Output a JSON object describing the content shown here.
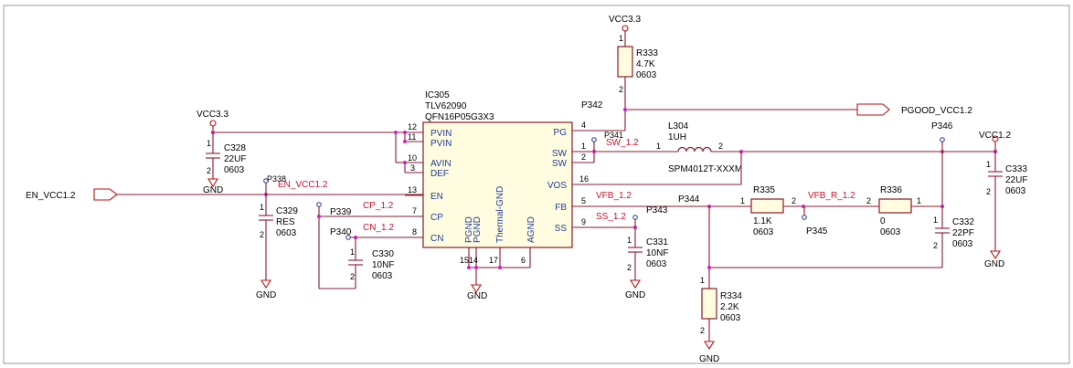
{
  "ic": {
    "ref": "IC305",
    "part": "TLV62090",
    "package": "QFN16P05G3X3",
    "pins_left": [
      {
        "num": "12",
        "name": "PVIN"
      },
      {
        "num": "11",
        "name": "PVIN"
      },
      {
        "num": "10",
        "name": "AVIN"
      },
      {
        "num": "3",
        "name": "DEF"
      },
      {
        "num": "13",
        "name": "EN"
      },
      {
        "num": "7",
        "name": "CP"
      },
      {
        "num": "8",
        "name": "CN"
      }
    ],
    "pins_right": [
      {
        "num": "4",
        "name": "PG"
      },
      {
        "num": "1",
        "name": "SW"
      },
      {
        "num": "2",
        "name": "SW"
      },
      {
        "num": "16",
        "name": "VOS"
      },
      {
        "num": "5",
        "name": "FB"
      },
      {
        "num": "9",
        "name": "SS"
      }
    ],
    "pins_bottom": [
      {
        "num": "15",
        "name": "PGND"
      },
      {
        "num": "14",
        "name": "PGND"
      },
      {
        "num": "17",
        "name": "Thermal-GND"
      },
      {
        "num": "6",
        "name": "AGND"
      }
    ]
  },
  "power_labels": {
    "vcc33_top": "VCC3.3",
    "vcc33_left": "VCC3.3",
    "vcc12_right": "VCC1.2"
  },
  "ports": {
    "en_input": "EN_VCC1.2",
    "pgood_output": "PGOOD_VCC1.2"
  },
  "nets": {
    "en": "EN_VCC1.2",
    "cp": "CP_1.2",
    "cn": "CN_1.2",
    "sw": "SW_1.2",
    "vfb": "VFB_1.2",
    "ss": "SS_1.2",
    "vfb_r": "VFB_R_1.2"
  },
  "test_points": {
    "p338": "P338",
    "p339": "P339",
    "p340": "P340",
    "p341": "P341",
    "p342": "P342",
    "p343": "P343",
    "p344": "P344",
    "p345": "P345",
    "p346": "P346"
  },
  "components": {
    "r333": {
      "ref": "R333",
      "value": "4.7K",
      "package": "0603",
      "pin1": "1",
      "pin2": "2"
    },
    "l304": {
      "ref": "L304",
      "value": "1UH",
      "part": "SPM4012T-XXXM",
      "pin1": "1",
      "pin2": "2"
    },
    "r335": {
      "ref": "R335",
      "value": "1.1K",
      "package": "0603",
      "pin1": "1",
      "pin2": "2"
    },
    "r336": {
      "ref": "R336",
      "value": "0",
      "package": "0603",
      "pin1": "2",
      "pin2": "1"
    },
    "r334": {
      "ref": "R334",
      "value": "2.2K",
      "package": "0603",
      "pin1": "1",
      "pin2": "2"
    },
    "c328": {
      "ref": "C328",
      "value": "22UF",
      "package": "0603",
      "pin1": "1",
      "pin2": "2"
    },
    "c329": {
      "ref": "C329",
      "value": "RES",
      "package": "0603",
      "pin1": "1",
      "pin2": "2"
    },
    "c330": {
      "ref": "C330",
      "value": "10NF",
      "package": "0603",
      "pin1": "1",
      "pin2": "2"
    },
    "c331": {
      "ref": "C331",
      "value": "10NF",
      "package": "0603",
      "pin1": "1",
      "pin2": "2"
    },
    "c332": {
      "ref": "C332",
      "value": "22PF",
      "package": "0603",
      "pin1": "1",
      "pin2": "2"
    },
    "c333": {
      "ref": "C333",
      "value": "22UF",
      "package": "0603",
      "pin1": "1",
      "pin2": "2"
    }
  },
  "gnd_label": "GND"
}
